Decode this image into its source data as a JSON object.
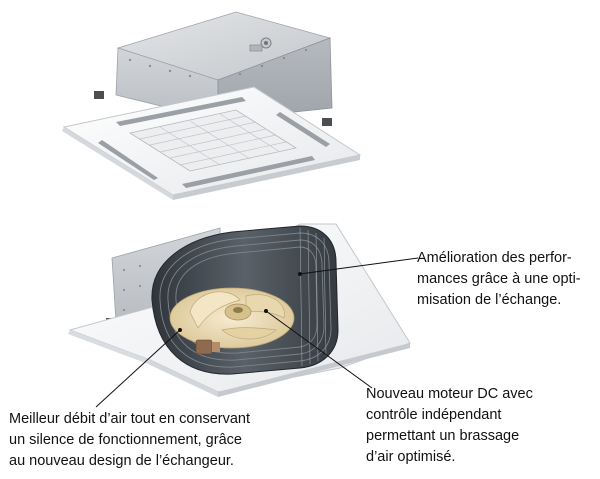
{
  "callouts": {
    "performance": {
      "lines": [
        "Amélioration des perfor-",
        "mances grâce à une opti-",
        "misation de l’échange."
      ]
    },
    "motor": {
      "lines": [
        "Nouveau moteur DC avec",
        "contrôle indépendant",
        "permettant un brassage",
        "d’air optimisé."
      ]
    },
    "airflow": {
      "lines": [
        "Meilleur débit d’air tout en conservant",
        "un silence de fonctionnement, grâce",
        "au nouveau design de l’échangeur."
      ]
    }
  },
  "colors": {
    "body_gray": "#c9ccd0",
    "panel_white": "#f4f5f7",
    "coil_dark": "#3e454c",
    "fan_cream": "#efe0bb",
    "leader_line": "#111111"
  }
}
